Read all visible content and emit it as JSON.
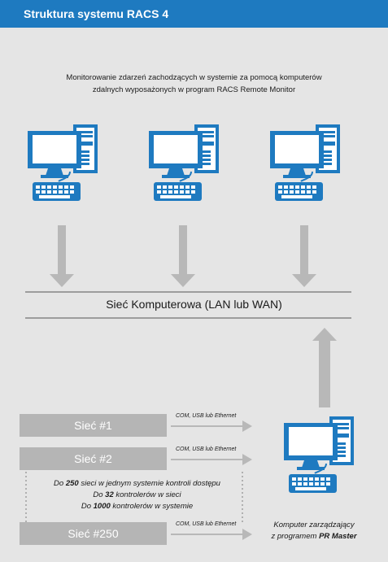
{
  "header": {
    "title": "Struktura systemu RACS 4"
  },
  "intro": {
    "line1": "Monitorowanie zdarzeń zachodzących w systemie za pomocą komputerów",
    "line2": "zdalnych wyposażonych w program RACS Remote Monitor"
  },
  "network": {
    "label": "Sieć Komputerowa (LAN lub WAN)"
  },
  "subnets": [
    {
      "label": "Sieć #1",
      "connection": "COM, USB lub Ethernet"
    },
    {
      "label": "Sieć #2",
      "connection": "COM, USB lub Ethernet"
    },
    {
      "label": "Sieć #250",
      "connection": "COM, USB lub Ethernet"
    }
  ],
  "note": {
    "line1_prefix": "Do ",
    "line1_bold": "250",
    "line1_suffix": " sieci w jednym systemie kontroli dostępu",
    "line2_prefix": "Do ",
    "line2_bold": "32",
    "line2_suffix": " kontrolerów w sieci",
    "line3_prefix": "Do ",
    "line3_bold": "1000",
    "line3_suffix": " kontrolerów w systemie"
  },
  "master": {
    "line1": "Komputer zarządzający",
    "line2_prefix": "z programem ",
    "line2_bold": "PR Master"
  },
  "colors": {
    "header": "#1e7ac0",
    "computer": "#1e7ac0",
    "arrow": "#b8b8b8",
    "subnet_box": "#b5b5b5",
    "background": "#e5e5e5"
  },
  "icons": [
    "computer-icon",
    "keyboard-icon",
    "arrow-down-icon",
    "arrow-up-icon",
    "arrow-right-icon"
  ]
}
